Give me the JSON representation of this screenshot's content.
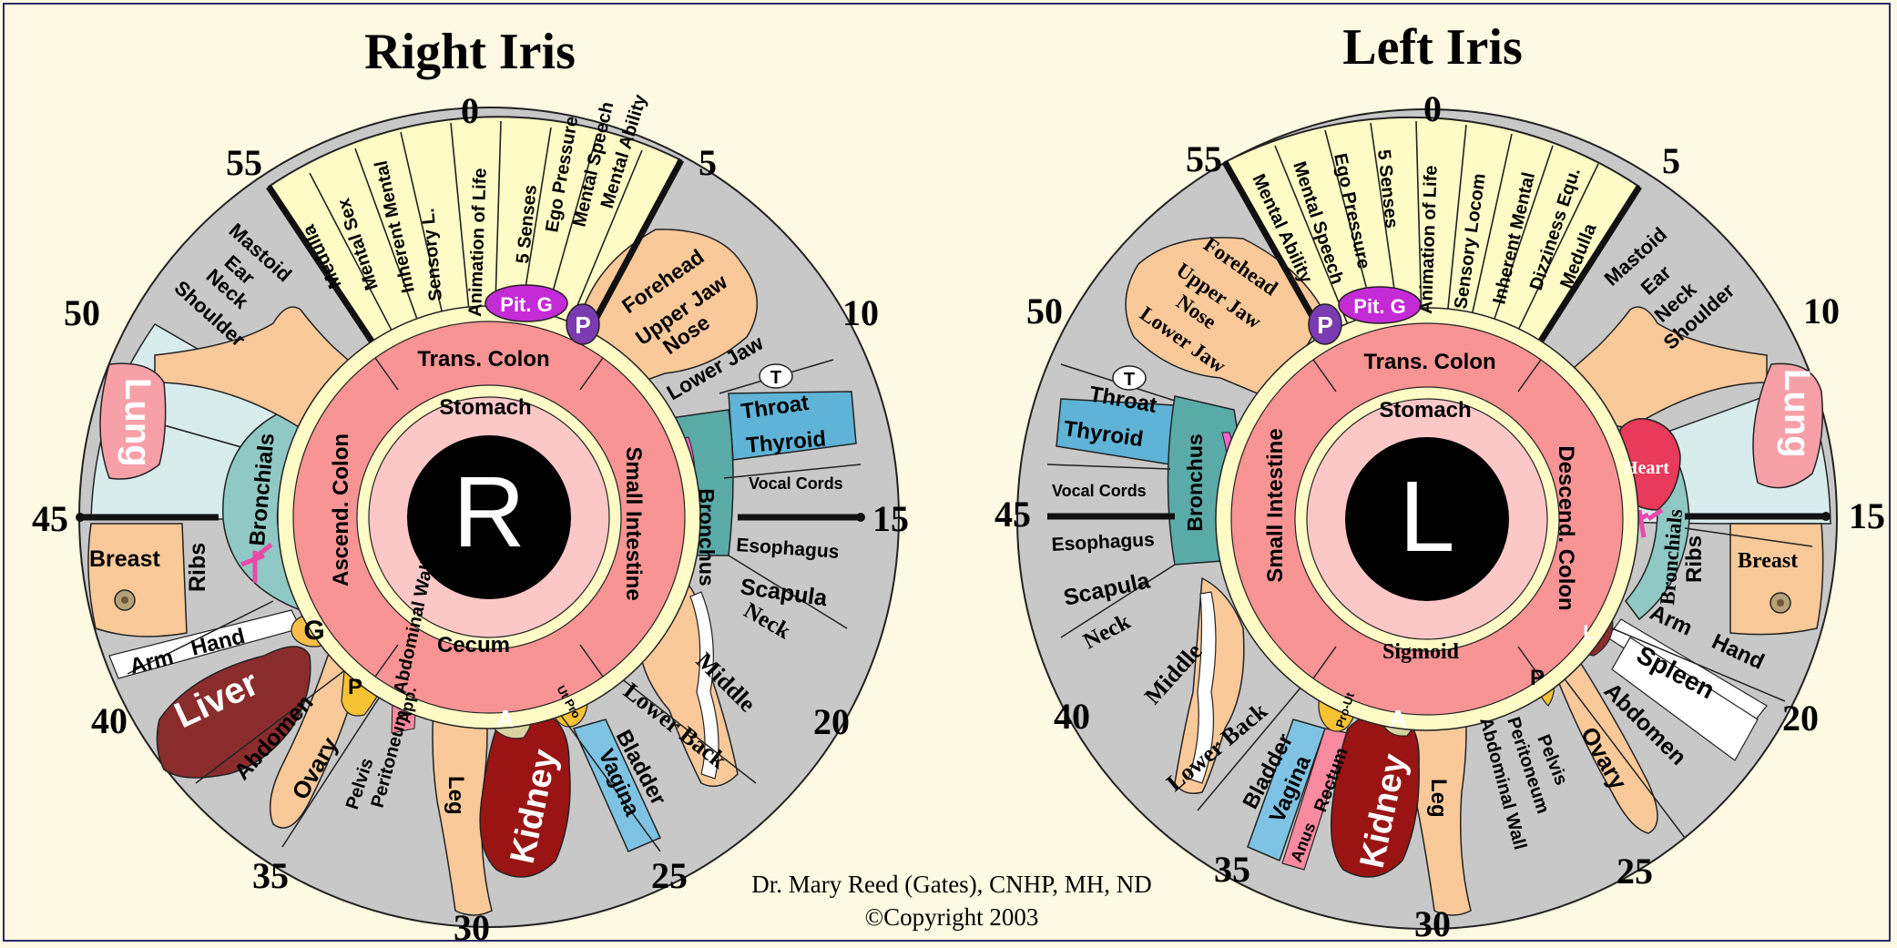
{
  "credit": {
    "author": "Dr. Mary Reed (Gates), CNHP, MH, ND",
    "copyright": "©Copyright 2003"
  },
  "right": {
    "title": "Right Iris",
    "pupil_letter": "R",
    "numbers": [
      "0",
      "5",
      "10",
      "15",
      "20",
      "25",
      "30",
      "35",
      "40",
      "45",
      "50",
      "55"
    ],
    "top_sector": [
      "Mental Ability",
      "Mental Speech",
      "Ego Pressure",
      "5 Senses",
      "Animation of Life",
      "Sensory L.",
      "Inherent Mental",
      "Mental Sex",
      "Medulla"
    ],
    "pit_gland": "Pit. G",
    "pineal": "P",
    "head": [
      "Forehead",
      "Upper Jaw",
      "Nose",
      "Lower Jaw"
    ],
    "throat_group": [
      "Throat",
      "Thyroid",
      "Vocal Cords",
      "Esophagus",
      "Scapula",
      "Neck"
    ],
    "tonsil": "T",
    "spine": [
      "Middle",
      "Lower Back"
    ],
    "lower_right": [
      "Bladder",
      "Vagina"
    ],
    "ut_pro": "Ut Pro",
    "kidney": "Kidney",
    "adrenal": "A",
    "leg": "Leg",
    "lower_left": [
      "Pelvis",
      "Peritoneum",
      "Abdominal Wall"
    ],
    "ovary": "Ovary",
    "abdomen": "Abdomen",
    "app": "App.",
    "pancreas": "P",
    "liver": "Liver",
    "gall": "G",
    "arm": [
      "Arm",
      "Hand"
    ],
    "breast": "Breast",
    "ribs": "Ribs",
    "bronchials": "Bronchials",
    "lung": "Lung",
    "mastoid": [
      "Mastoid",
      "Ear",
      "Neck",
      "Shoulder"
    ],
    "bronchus": "Bronchus",
    "ring": [
      "Trans. Colon",
      "Small Intestine",
      "Cecum",
      "Ascend. Colon"
    ],
    "stomach": "Stomach"
  },
  "left": {
    "title": "Left Iris",
    "pupil_letter": "L",
    "numbers": [
      "0",
      "5",
      "10",
      "15",
      "20",
      "25",
      "30",
      "35",
      "40",
      "45",
      "50",
      "55"
    ],
    "top_sector": [
      "Medulla",
      "Dizziness Equ.",
      "Inherent Mental",
      "Sensory Locom",
      "Animation of Life",
      "5 Senses",
      "Ego Pressure",
      "Mental Speech",
      "Mental Ability"
    ],
    "pit_gland": "Pit. G",
    "pineal": "P",
    "head": [
      "Forehead",
      "Upper Jaw",
      "Nose",
      "Lower Jaw"
    ],
    "throat_group": [
      "Throat",
      "Thyroid",
      "Vocal Cords",
      "Esophagus",
      "Scapula",
      "Neck"
    ],
    "tonsil": "T",
    "spine": [
      "Middle",
      "Lower Back"
    ],
    "lower_left": [
      "Bladder",
      "Vagina",
      "Anus",
      "Rectum"
    ],
    "pro_ut": "Pro-Ut",
    "kidney": "Kidney",
    "adrenal": "A",
    "leg": "Leg",
    "lower_right": [
      "Pelvis",
      "Peritoneum",
      "Abdominal Wall"
    ],
    "ovary": "Ovary",
    "abdomen": "Abdomen",
    "pancreas": "P",
    "spleen": "Spleen",
    "spleen_mark": "L",
    "arm": [
      "Arm",
      "Hand"
    ],
    "breast": "Breast",
    "ribs": "Ribs",
    "bronchials": "Bronchials",
    "heart": "Heart",
    "lung": "Lung",
    "mastoid": [
      "Mastoid",
      "Ear",
      "Neck",
      "Shoulder"
    ],
    "bronchus": "Bronchus",
    "ring": [
      "Trans. Colon",
      "Descend. Colon",
      "Sigmoid",
      "Small Intestine"
    ],
    "stomach": "Stomach"
  }
}
